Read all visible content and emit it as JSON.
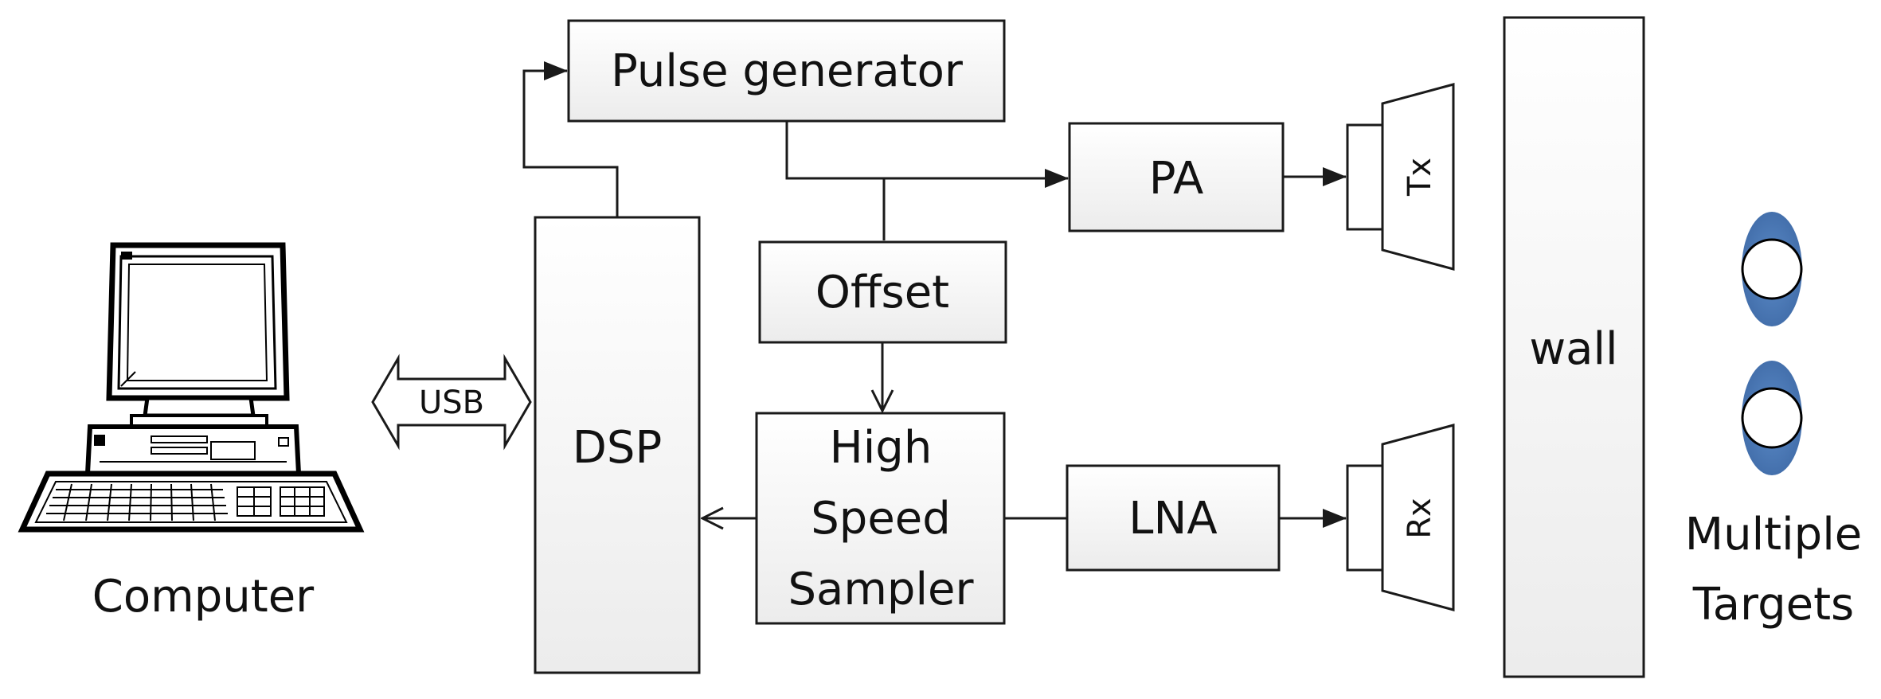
{
  "blocks": {
    "pulse_generator": "Pulse generator",
    "pa": "PA",
    "offset": "Offset",
    "dsp": "DSP",
    "sampler": [
      "High",
      "Speed",
      "Sampler"
    ],
    "lna": "LNA",
    "wall": "wall",
    "usb": "USB",
    "tx": "Tx",
    "rx": "Rx"
  },
  "labels": {
    "computer": "Computer",
    "targets": [
      "Multiple",
      "Targets"
    ]
  },
  "icons": [
    "computer-icon",
    "tx-antenna-icon",
    "rx-antenna-icon",
    "target-icon"
  ],
  "colors": {
    "box_fill_top": "#ffffff",
    "box_fill_bottom": "#eeeeee",
    "target_fill": "#4a78b5",
    "stroke": "#1a1a1a"
  }
}
